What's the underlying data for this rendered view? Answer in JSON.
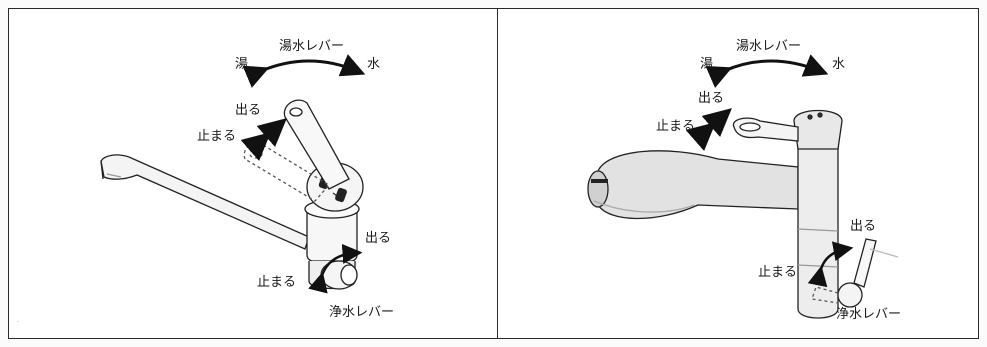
{
  "left": {
    "hot_cold_lever": "湯水レバー",
    "hot": "湯",
    "cold": "水",
    "on": "出る",
    "off": "止まる",
    "filter_on": "出る",
    "filter_off": "止まる",
    "filter_lever": "浄水レバー"
  },
  "right": {
    "hot_cold_lever": "湯水レバー",
    "hot": "湯",
    "cold": "水",
    "on": "出る",
    "off": "止まる",
    "filter_on": "出る",
    "filter_off": "止まる",
    "filter_lever": "浄水レバー"
  }
}
